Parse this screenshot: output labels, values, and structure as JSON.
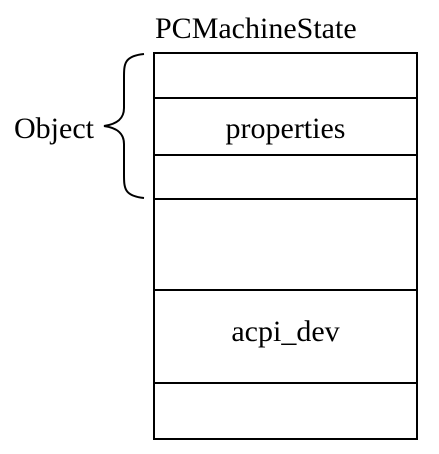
{
  "title": "PCMachineState",
  "object_label": "Object",
  "fields": {
    "properties": "properties",
    "acpi_dev": "acpi_dev"
  }
}
